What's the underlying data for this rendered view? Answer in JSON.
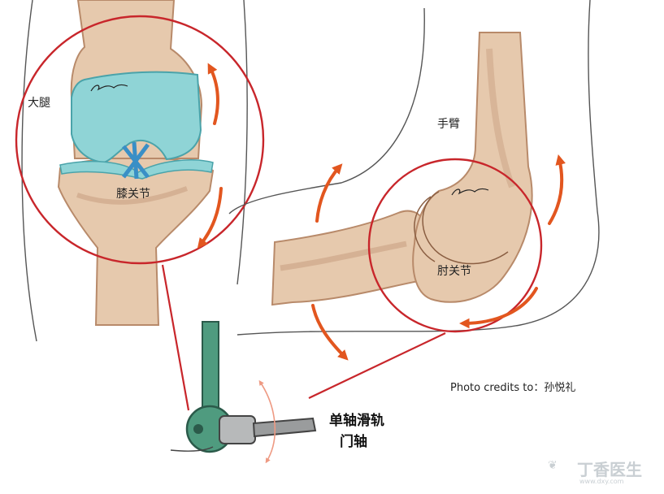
{
  "labels": {
    "thigh": "大腿",
    "knee": "膝关节",
    "arm": "手臂",
    "elbow": "肘关节",
    "hinge_line1": "单轴滑轨",
    "hinge_line2": "门轴"
  },
  "credit": "Photo credits to：孙悦礼",
  "watermark": {
    "logo_text": "丁香医生",
    "url": "www.dxy.com"
  },
  "colors": {
    "highlight_circle": "#c8262b",
    "arrow": "#e2561f",
    "bone": "#e6c9ad",
    "bone_shade": "#b88a6a",
    "cartilage": "#8fd4d6",
    "hinge_pin": "#4f9b7f"
  }
}
